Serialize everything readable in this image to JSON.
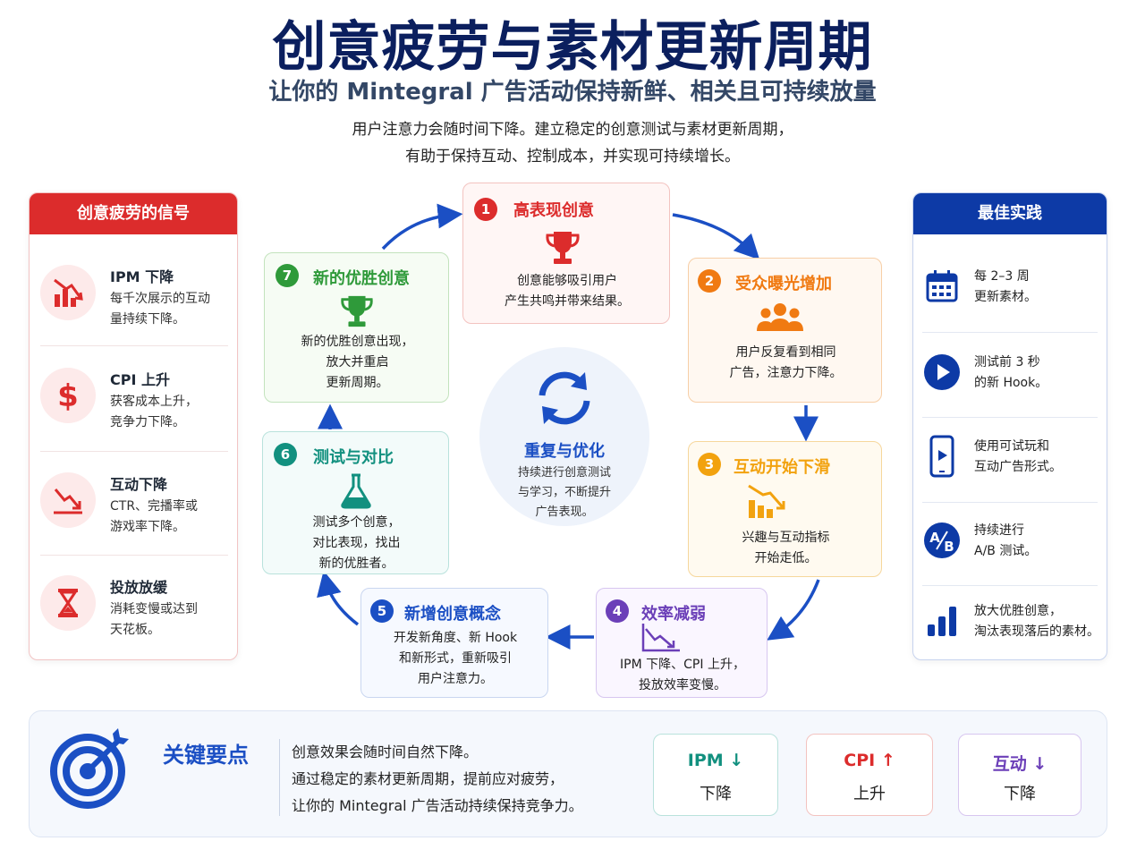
{
  "header": {
    "title": "创意疲劳与素材更新周期",
    "subtitle": "让你的 Mintegral 广告活动保持新鲜、相关且可持续放量",
    "desc_line1": "用户注意力会随时间下降。建立稳定的创意测试与素材更新周期，",
    "desc_line2": "有助于保持互动、控制成本，并实现可持续增长。"
  },
  "signals": {
    "title": "创意疲劳的信号",
    "items": [
      {
        "title": "IPM 下降",
        "desc1": "每千次展示的互动",
        "desc2": "量持续下降。",
        "icon": "bar-chart-down-icon"
      },
      {
        "title": "CPI 上升",
        "desc1": "获客成本上升，",
        "desc2": "竞争力下降。",
        "icon": "dollar-icon"
      },
      {
        "title": "互动下降",
        "desc1": "CTR、完播率或",
        "desc2": "游戏率下降。",
        "icon": "trend-down-icon"
      },
      {
        "title": "投放放缓",
        "desc1": "消耗变慢或达到",
        "desc2": "天花板。",
        "icon": "hourglass-icon"
      }
    ]
  },
  "best_practices": {
    "title": "最佳实践",
    "items": [
      {
        "line1": "每 2–3 周",
        "line2": "更新素材。",
        "icon": "calendar-icon"
      },
      {
        "line1": "测试前 3 秒",
        "line2": "的新 Hook。",
        "icon": "play-icon"
      },
      {
        "line1": "使用可试玩和",
        "line2": "互动广告形式。",
        "icon": "mobile-play-icon"
      },
      {
        "line1": "持续进行",
        "line2": "A/B 测试。",
        "icon": "ab-test-icon"
      },
      {
        "line1": "放大优胜创意，",
        "line2": "淘汰表现落后的素材。",
        "icon": "bar-chart-up-icon"
      }
    ]
  },
  "cycle": {
    "steps": [
      {
        "num": "1",
        "name": "高表现创意",
        "desc1": "创意能够吸引用户",
        "desc2": "产生共鸣并带来结果。",
        "desc3": "",
        "icon": "trophy-icon"
      },
      {
        "num": "2",
        "name": "受众曝光增加",
        "desc1": "用户反复看到相同",
        "desc2": "广告，注意力下降。",
        "desc3": "",
        "icon": "audience-icon"
      },
      {
        "num": "3",
        "name": "互动开始下滑",
        "desc1": "兴趣与互动指标",
        "desc2": "开始走低。",
        "desc3": "",
        "icon": "chart-decline-icon"
      },
      {
        "num": "4",
        "name": "效率减弱",
        "desc1": "IPM 下降、CPI 上升，",
        "desc2": "投放效率变慢。",
        "desc3": "",
        "icon": "line-decline-icon"
      },
      {
        "num": "5",
        "name": "新增创意概念",
        "desc1": "开发新角度、新 Hook",
        "desc2": "和新形式，重新吸引",
        "desc3": "用户注意力。",
        "icon": ""
      },
      {
        "num": "6",
        "name": "测试与对比",
        "desc1": "测试多个创意，",
        "desc2": "对比表现，找出",
        "desc3": "新的优胜者。",
        "icon": "flask-icon"
      },
      {
        "num": "7",
        "name": "新的优胜创意",
        "desc1": "新的优胜创意出现，",
        "desc2": "放大并重启",
        "desc3": "更新周期。",
        "icon": "trophy-icon"
      }
    ],
    "center": {
      "title": "重复与优化",
      "desc1": "持续进行创意测试",
      "desc2": "与学习，不断提升",
      "desc3": "广告表现。"
    }
  },
  "takeaway": {
    "title": "关键要点",
    "line1": "创意效果会随时间自然下降。",
    "line2": "通过稳定的素材更新周期，提前应对疲劳，",
    "line3": "让你的 Mintegral 广告活动持续保持竞争力。",
    "metrics": [
      {
        "label": "IPM",
        "arrow": "↓",
        "state": "下降",
        "color": "#12907f"
      },
      {
        "label": "CPI",
        "arrow": "↑",
        "state": "上升",
        "color": "#dc2c2c"
      },
      {
        "label": "互动",
        "arrow": "↓",
        "state": "下降",
        "color": "#6b3fb8"
      }
    ]
  },
  "colors": {
    "red": "#dc2c2c",
    "orange": "#f07a12",
    "amber": "#f2a20f",
    "purple": "#6b3fb8",
    "blue": "#1b4fc4",
    "teal": "#12907f",
    "green": "#2f9a3a",
    "navy": "#0b1f5e"
  }
}
